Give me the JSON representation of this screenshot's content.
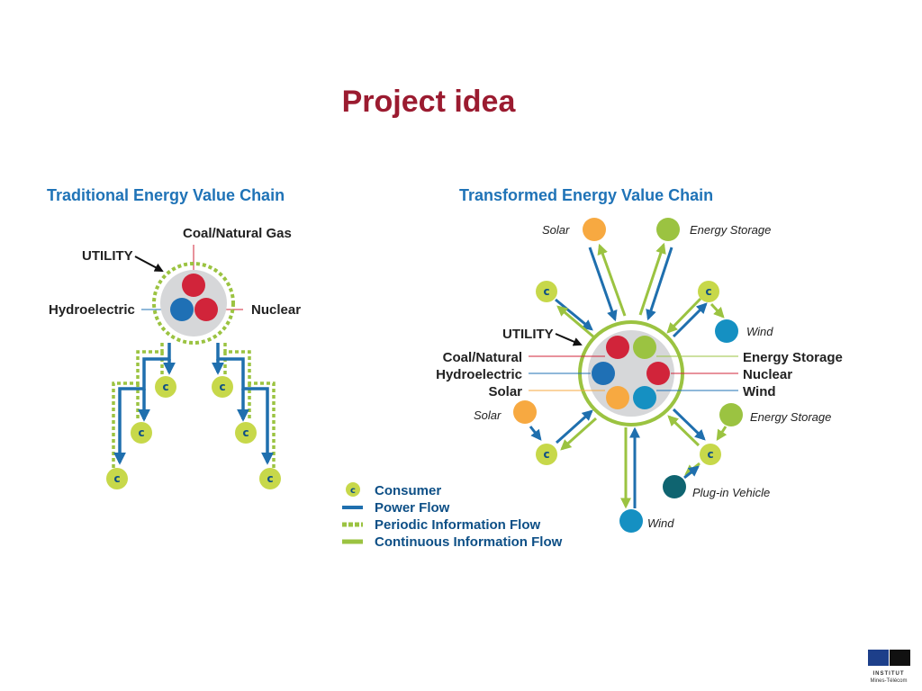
{
  "slide": {
    "title": "Project idea"
  },
  "traditional": {
    "title": "Traditional Energy Value Chain",
    "utility_label": "UTILITY",
    "labels": {
      "top": "Coal/Natural Gas",
      "left": "Hydroelectric",
      "right": "Nuclear"
    },
    "consumer_symbol": "c"
  },
  "transformed": {
    "title": "Transformed Energy Value Chain",
    "utility_label": "UTILITY",
    "left_labels": [
      "Coal/Natural",
      "Hydroelectric",
      "Solar"
    ],
    "right_labels": [
      "Energy Storage",
      "Nuclear",
      "Wind"
    ],
    "nodes": {
      "solar_top": "Solar",
      "storage_top": "Energy Storage",
      "wind_right": "Wind",
      "solar_left": "Solar",
      "storage_right": "Energy Storage",
      "plugin": "Plug-in Vehicle",
      "wind_bottom": "Wind"
    }
  },
  "legend": {
    "items": [
      "Consumer",
      "Power Flow",
      "Periodic Information Flow",
      "Continuous Information Flow"
    ]
  },
  "logo": {
    "line1": "INSTITUT",
    "line2": "Mines-Télécom"
  },
  "colors": {
    "title": "#9b1b30",
    "heading": "#1f73b7",
    "power_flow": "#1f6fae",
    "info_flow": "#9bc341",
    "red": "#d1243a",
    "blue": "#1f70b5",
    "green": "#9bc341",
    "orange": "#f7a941",
    "teal_blue": "#1590c2",
    "dark_teal": "#0f6470",
    "consumer": "#c7d84a",
    "hub": "#d6d7d9"
  },
  "icons": {
    "consumer": "consumer-c-icon",
    "utility_arrow": "arrow-icon"
  }
}
